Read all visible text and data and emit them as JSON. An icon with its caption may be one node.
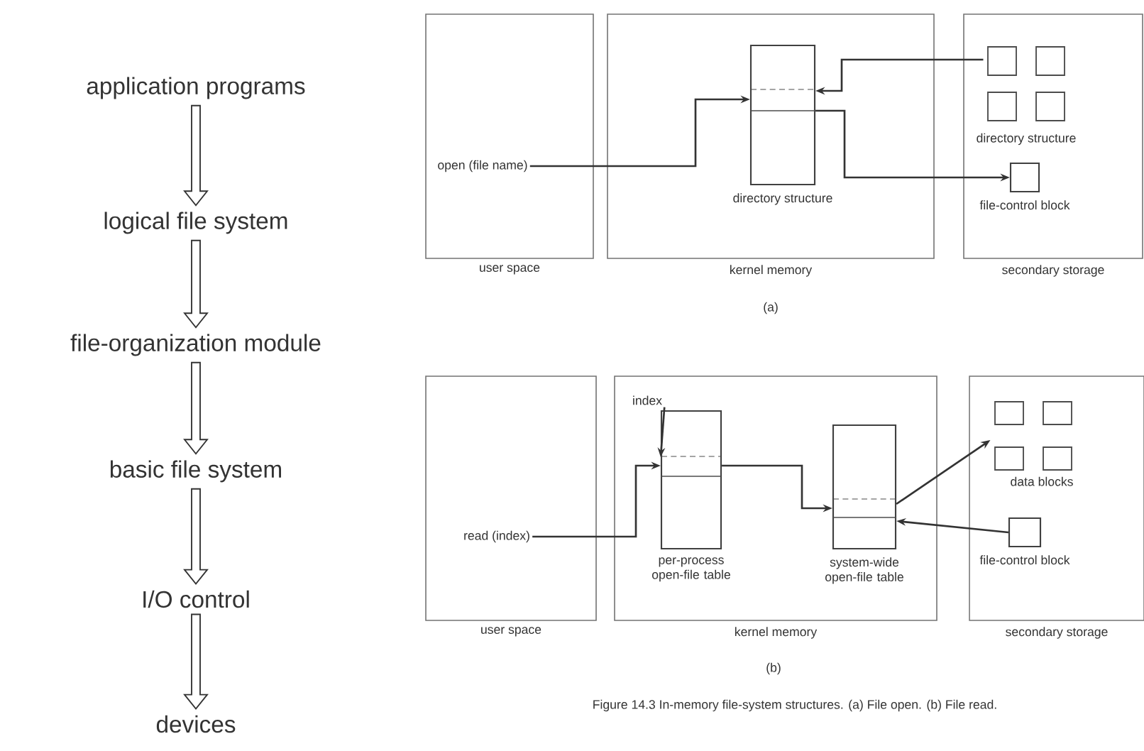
{
  "diagram": {
    "caption": "Figure 14.3 In-memory file-system structures. (a) File open. (b) File read.",
    "nodes": [
      {
        "text": [
          "application programs"
        ]
      },
      {
        "text": [
          "logical file system"
        ]
      },
      {
        "text": [
          "file-organization module"
        ]
      },
      {
        "text": [
          "basic file system"
        ]
      },
      {
        "text": [
          "I/O control"
        ]
      },
      {
        "text": [
          "devices"
        ]
      },
      {
        "text": [
          "user space"
        ]
      },
      {
        "text": [
          "open (file name)"
        ],
        "in": 6
      },
      {
        "text": [
          "kernel memory"
        ]
      },
      {
        "text": [
          "directory structure"
        ],
        "in": 8
      },
      {
        "text": [
          "secondary storage"
        ]
      },
      {
        "text": [
          "directory structure"
        ],
        "in": 10
      },
      {
        "text": [
          "file-control block"
        ],
        "in": 10
      },
      {
        "text": [
          "user space"
        ]
      },
      {
        "text": [
          "read (index)"
        ],
        "in": 13
      },
      {
        "text": [
          "kernel memory"
        ]
      },
      {
        "text": [
          "per-process open-file table"
        ],
        "in": 15
      },
      {
        "text": [
          "system-wide open-file table"
        ],
        "in": 15
      },
      {
        "text": [
          "index"
        ],
        "in": 15
      },
      {
        "text": [
          "secondary storage"
        ]
      },
      {
        "text": [
          "data blocks"
        ],
        "in": 19
      },
      {
        "text": [
          "file-control block"
        ],
        "in": 19
      }
    ],
    "edges": [
      {
        "from": 0,
        "to": 1,
        "arrow": "to"
      },
      {
        "from": 1,
        "to": 2,
        "arrow": "to"
      },
      {
        "from": 2,
        "to": 3,
        "arrow": "to"
      },
      {
        "from": 3,
        "to": 4,
        "arrow": "to"
      },
      {
        "from": 4,
        "to": 5,
        "arrow": "to"
      },
      {
        "from": 7,
        "to": 9,
        "arrow": "to"
      },
      {
        "from": 11,
        "to": 9,
        "arrow": "to"
      },
      {
        "from": 9,
        "to": 12,
        "arrow": "to"
      },
      {
        "from": 14,
        "to": 16,
        "arrow": "to"
      },
      {
        "from": 18,
        "to": 16,
        "arrow": "to"
      },
      {
        "from": 16,
        "to": 17,
        "arrow": "to"
      },
      {
        "from": 17,
        "to": 20,
        "arrow": "to"
      },
      {
        "from": 21,
        "to": 17,
        "arrow": "to"
      }
    ],
    "labels": [
      "(a)",
      "(b)"
    ]
  }
}
